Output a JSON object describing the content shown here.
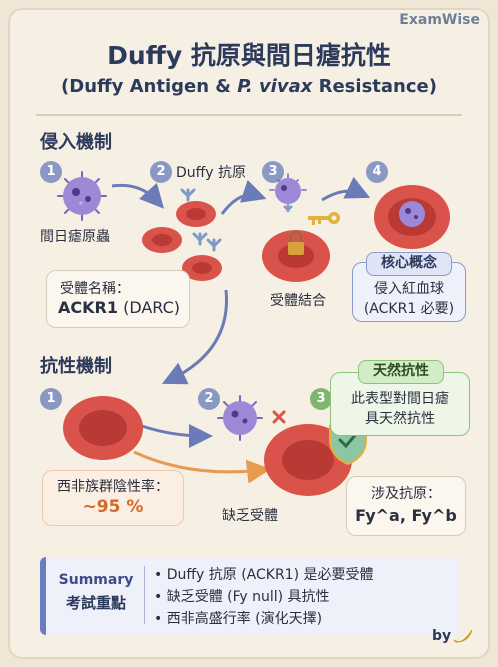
{
  "brand": "ExamWise",
  "title": "Duffy 抗原與間日瘧抗性",
  "subtitle_start": "(Duffy Antigen & ",
  "subtitle_italic": "P. vivax",
  "subtitle_end": " Resistance)",
  "invasion": {
    "heading": "侵入機制",
    "steps": [
      {
        "num": "1",
        "label": "間日瘧原蟲"
      },
      {
        "num": "2",
        "label": "Duffy 抗原"
      },
      {
        "num": "3",
        "label": "受體結合"
      },
      {
        "num": "4",
        "label": ""
      }
    ],
    "receptor_label": "受體名稱：",
    "receptor_bold": "ACKR1",
    "receptor_paren": " (DARC)",
    "core_tag": "核心概念",
    "core_line1": "侵入紅血球",
    "core_line2": "(ACKR1 必要)"
  },
  "resistance": {
    "heading": "抗性機制",
    "steps": [
      {
        "num": "1"
      },
      {
        "num": "2"
      },
      {
        "num": "3"
      }
    ],
    "natural_tag": "天然抗性",
    "natural_line1": "此表型對間日瘧",
    "natural_line2": "具天然抗性",
    "rate_label": "西非族群陰性率：",
    "rate_value": "~95 %",
    "lacking_label": "缺乏受體",
    "antigen_label": "涉及抗原：",
    "antigen_value": "Fy^a, Fy^b"
  },
  "summary": {
    "title_en": "Summary",
    "title_zh": "考試重點",
    "bullets": [
      "• Duffy 抗原 (ACKR1) 是必要受體",
      "• 缺乏受體 (Fy null) 具抗性",
      "• 西非高盛行率 (演化天擇)"
    ]
  },
  "byline": "by",
  "colors": {
    "background": "#efe6d6",
    "title": "#2c3a5c",
    "rbc": "#d9534a",
    "parasite": "#8c78c9",
    "step_blue": "#8a98c4",
    "step_green": "#7fb56e",
    "accent_orange": "#e89a4e"
  }
}
